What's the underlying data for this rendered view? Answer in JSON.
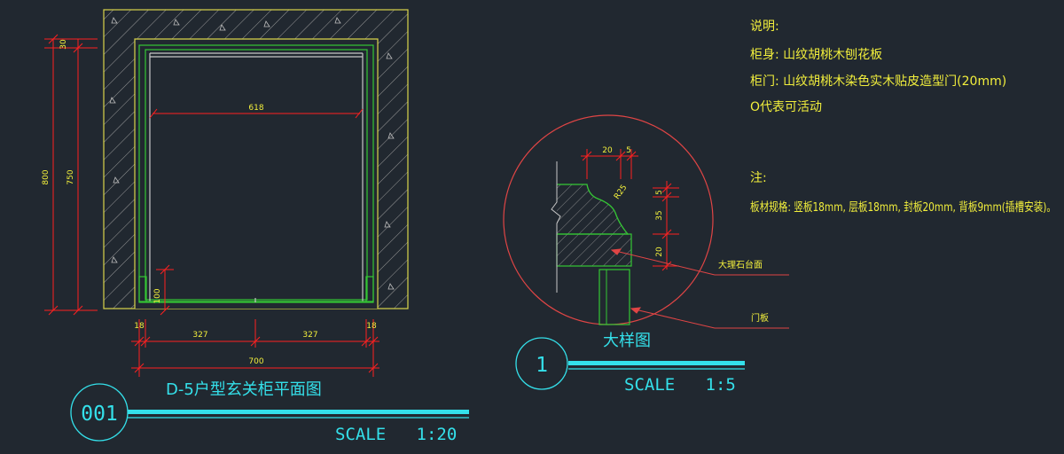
{
  "colors": {
    "background": "#212830",
    "wall": "#d9d44a",
    "cabinet": "#35c735",
    "dimension": "#ff2020",
    "title": "#34e0ea",
    "note": "#f2ef3c",
    "leader": "#e04545",
    "white_line": "#c8c8c8"
  },
  "plan": {
    "dims": {
      "top_small": "30",
      "overall_height": "800",
      "inner_height": "750",
      "inner_width": "618",
      "left_small": "100",
      "bottom_left": "18",
      "bottom_mid_left": "327",
      "bottom_mid_right": "327",
      "bottom_right": "18",
      "bottom_total": "700"
    },
    "title": "D-5户型玄关柜平面图",
    "number": "001",
    "scale": "SCALE   1:20"
  },
  "detail": {
    "dims": {
      "top_a": "20",
      "top_b": "5",
      "radius": "R25",
      "right_a": "5",
      "right_b": "35",
      "right_c": "20"
    },
    "label_marble": "大理石台面",
    "label_door": "门板",
    "title": "大样图",
    "number": "1",
    "scale": "SCALE   1:5"
  },
  "notes": {
    "heading": "说明:",
    "line1": "柜身: 山纹胡桃木刨花板",
    "line2": "柜门: 山纹胡桃木染色实木贴皮造型门(20mm)",
    "line3": "O代表可活动",
    "note_heading": "注:",
    "note_line": "板材规格: 竖板18mm, 层板18mm, 封板20mm, 背板9mm(插槽安装)。"
  }
}
